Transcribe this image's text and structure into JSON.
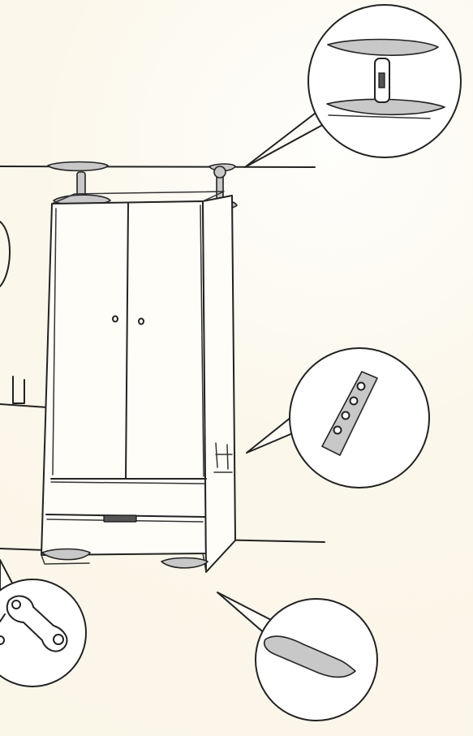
{
  "diagram": {
    "type": "assembly-instruction-illustration",
    "components": [
      "wardrobe-unit",
      "ceiling-support-detail",
      "wall-bracket-detail",
      "floor-rail-detail",
      "wrench-tool"
    ]
  }
}
